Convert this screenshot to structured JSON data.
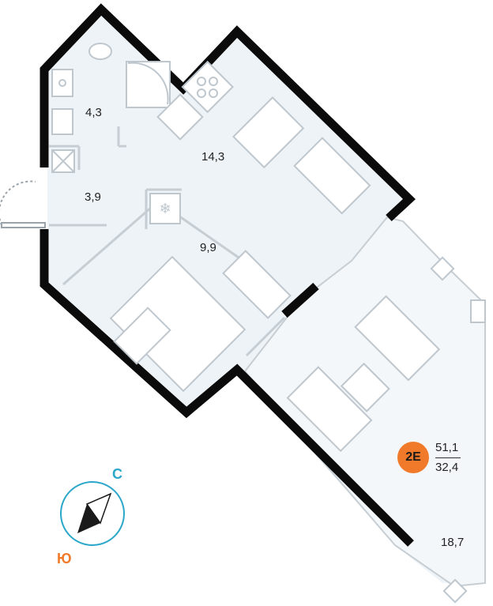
{
  "rooms": [
    {
      "label": "4,3"
    },
    {
      "label": "14,3"
    },
    {
      "label": "3,9"
    },
    {
      "label": "9,9"
    },
    {
      "label": "18,7"
    }
  ],
  "apartment": {
    "type_badge": "2E",
    "total_area": "51,1",
    "living_area": "32,4",
    "badge_color": "#f07a2a"
  },
  "compass": {
    "north": "С",
    "south": "Ю",
    "north_color": "#2aa7c9",
    "south_color": "#f07a2a"
  },
  "colors": {
    "wall": "#0b0b0b",
    "floor": "#eef3f7",
    "furniture": "#bfc7ce"
  }
}
